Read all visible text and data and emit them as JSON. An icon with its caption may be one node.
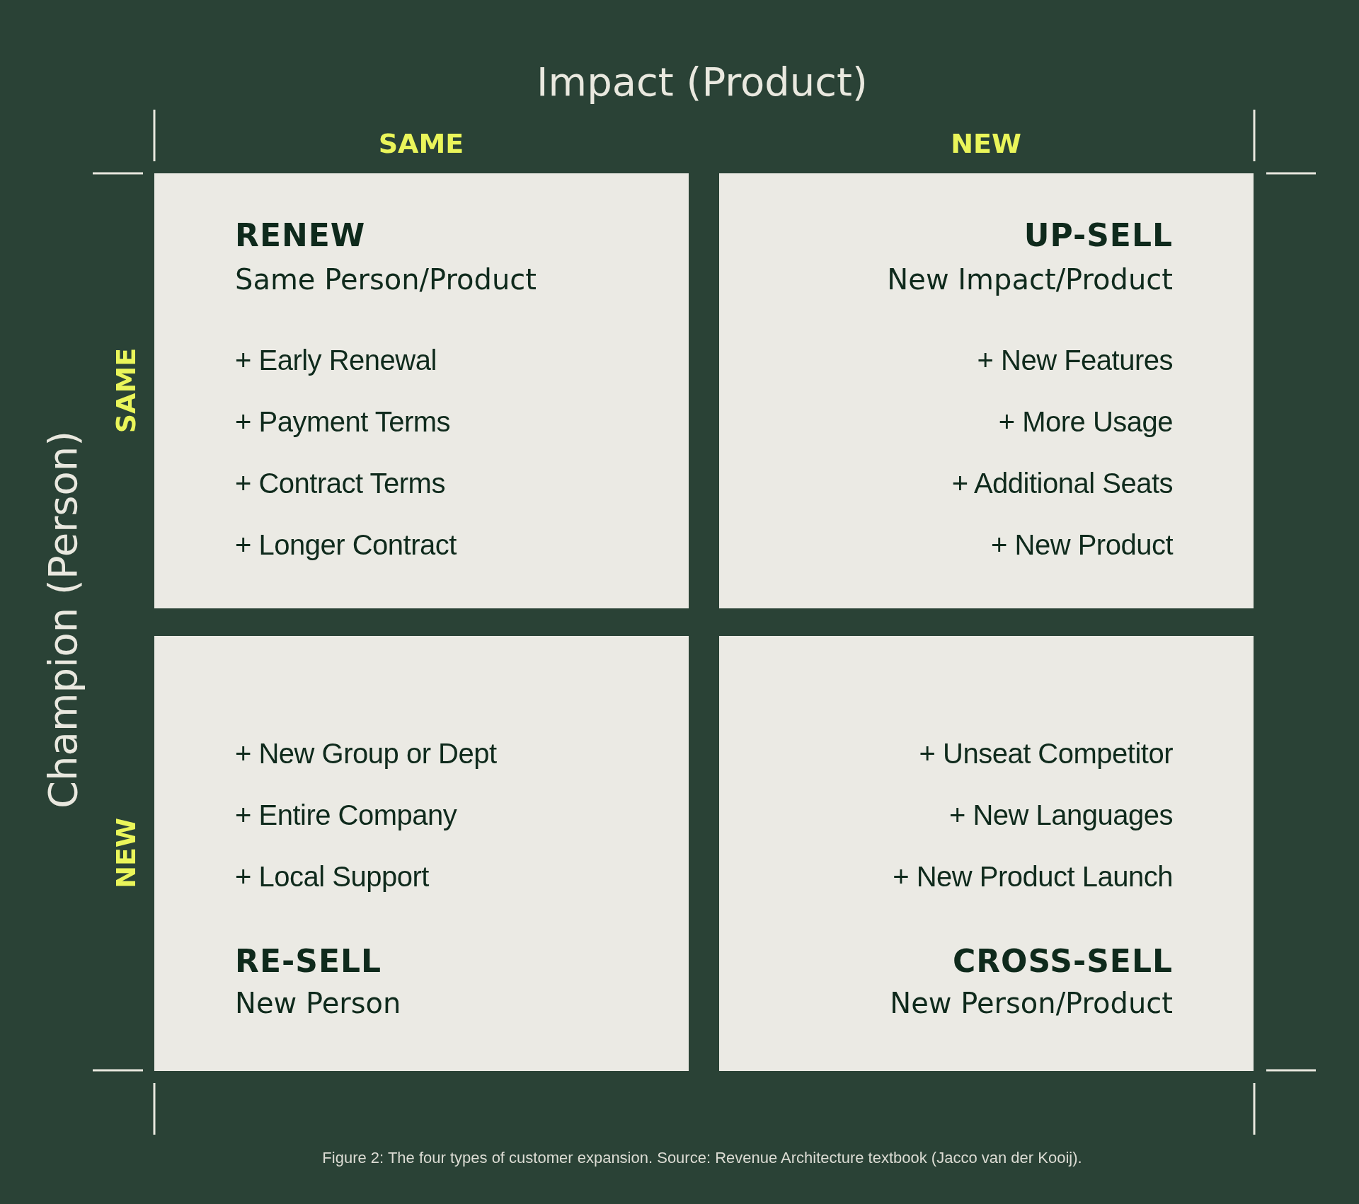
{
  "diagram": {
    "title": "Impact (Product)",
    "caption": "Figure 2: The four types of customer expansion. Source: Revenue Architecture textbook (Jacco van der Kooij).",
    "nodes": [
      {
        "text": [
          "RENEW",
          "Same Person/Product",
          "+ Early Renewal",
          "+ Payment Terms",
          "+ Contract Terms",
          "+ Longer Contract"
        ]
      },
      {
        "text": [
          "UP-SELL",
          "New Impact/Product",
          "+ New Features",
          "+ More Usage",
          "+ Additional Seats",
          "+ New Product"
        ]
      },
      {
        "text": [
          "+ New Group or Dept",
          "+ Entire Company",
          "+ Local Support",
          "RE-SELL",
          "New Person"
        ]
      },
      {
        "text": [
          "+ Unseat Competitor",
          "+ New Languages",
          "+ New Product Launch",
          "CROSS-SELL",
          "New Person/Product"
        ]
      }
    ],
    "labels": [
      "SAME",
      "NEW",
      "Champion (Person)",
      "SAME",
      "NEW"
    ]
  }
}
